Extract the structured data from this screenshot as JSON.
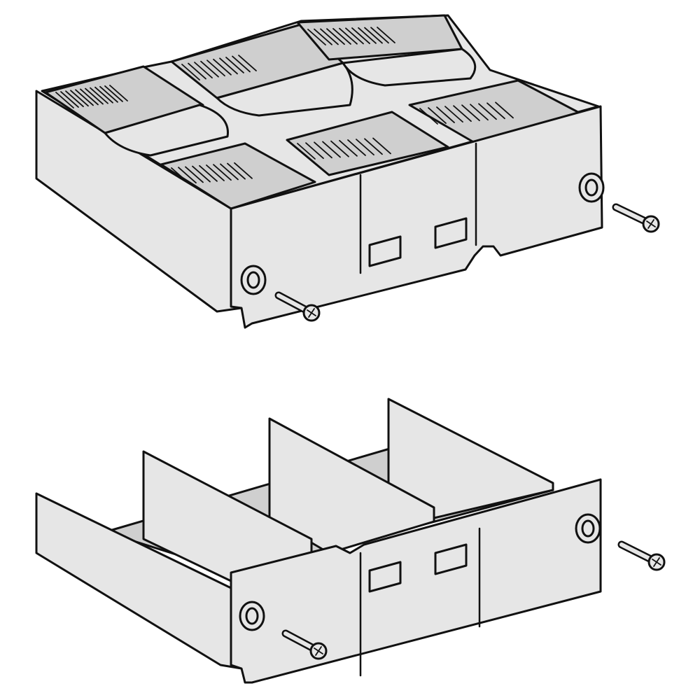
{
  "colors": {
    "background": "#ffffff",
    "part_fill": "#e6e6e6",
    "part_shade": "#cfcfcf",
    "outline": "#111111"
  },
  "assemblies": [
    {
      "id": "top",
      "icon": "terminal-shield-with-covers",
      "screws": 2,
      "covers": 3
    },
    {
      "id": "bottom",
      "icon": "terminal-shield-with-partitions",
      "screws": 2,
      "partitions": 3
    }
  ]
}
